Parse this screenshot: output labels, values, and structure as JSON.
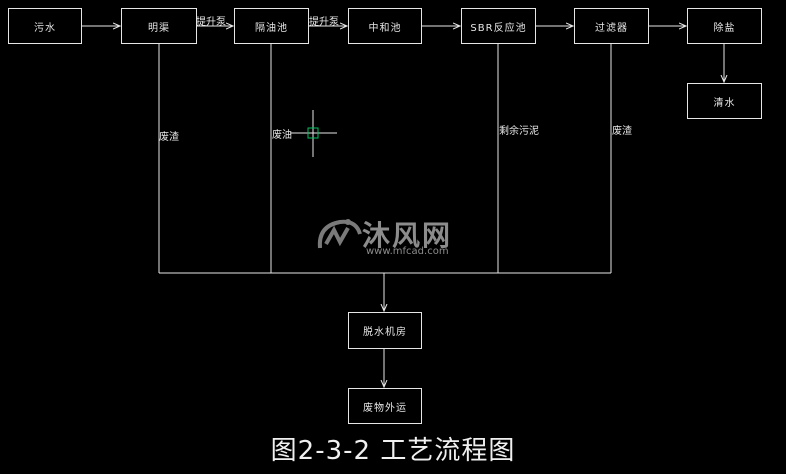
{
  "nodes": {
    "wastewater": "污水",
    "open_channel": "明渠",
    "oil_separator": "隔油池",
    "neutralization": "中和池",
    "sbr": "SBR反应池",
    "filter": "过滤器",
    "desalination": "除盐",
    "clean_water": "清水",
    "dewatering": "脱水机房",
    "waste_transport": "废物外运"
  },
  "edge_labels": {
    "pump1": "提升泵",
    "pump2": "提升泵",
    "residue1": "废渣",
    "waste_oil": "废油",
    "excess_sludge": "剩余污泥",
    "residue2": "废渣"
  },
  "watermark": {
    "text": "沐风网",
    "url": "www.mfcad.com"
  },
  "caption": "图2-3-2 工艺流程图",
  "colors": {
    "background": "#000000",
    "line": "#e6e6e6",
    "cursor": "#00c060"
  }
}
